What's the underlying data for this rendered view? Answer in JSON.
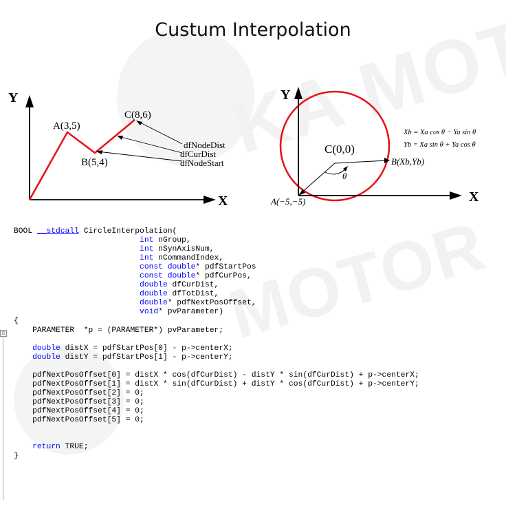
{
  "title": "Custum Interpolation",
  "watermark": {
    "top": "KA MOTOR",
    "bottom": "MOTOR"
  },
  "left_figure": {
    "y_axis": "Y",
    "x_axis": "X",
    "point_a": "A(3,5)",
    "point_b": "B(5,4)",
    "point_c": "C(8,6)",
    "label_node_dist": "dfNodeDist",
    "label_cur_dist": "dfCurDist",
    "label_node_start": "dfNodeStart"
  },
  "right_figure": {
    "y_axis": "Y",
    "x_axis": "X",
    "center": "C(0,0)",
    "point_a": "A(−5,−5)",
    "point_b": "B(Xb,Yb)",
    "theta": "θ",
    "formula_xb": "Xb = Xa cos θ − Ya sin θ",
    "formula_yb": "Yb = Xa sin θ + Ya cos θ"
  },
  "code": {
    "fold_marker": "⊟",
    "lines": [
      [
        {
          "t": "BOOL "
        },
        {
          "t": "__stdcall",
          "u": true,
          "k": true
        },
        {
          "t": " CircleInterpolation("
        }
      ],
      [
        {
          "t": "                           "
        },
        {
          "t": "int",
          "k": true
        },
        {
          "t": " nGroup,"
        }
      ],
      [
        {
          "t": "                           "
        },
        {
          "t": "int",
          "k": true
        },
        {
          "t": " nSynAxisNum,"
        }
      ],
      [
        {
          "t": "                           "
        },
        {
          "t": "int",
          "k": true
        },
        {
          "t": " nCommandIndex,"
        }
      ],
      [
        {
          "t": "                           "
        },
        {
          "t": "const",
          "k": true
        },
        {
          "t": " "
        },
        {
          "t": "double",
          "k": true
        },
        {
          "t": "* pdfStartPos"
        }
      ],
      [
        {
          "t": "                           "
        },
        {
          "t": "const",
          "k": true
        },
        {
          "t": " "
        },
        {
          "t": "double",
          "k": true
        },
        {
          "t": "* pdfCurPos,"
        }
      ],
      [
        {
          "t": "                           "
        },
        {
          "t": "double",
          "k": true
        },
        {
          "t": " dfCurDist,"
        }
      ],
      [
        {
          "t": "                           "
        },
        {
          "t": "double",
          "k": true
        },
        {
          "t": " dfTotDist,"
        }
      ],
      [
        {
          "t": "                           "
        },
        {
          "t": "double",
          "k": true
        },
        {
          "t": "* pdfNextPosOffset,"
        }
      ],
      [
        {
          "t": "                           "
        },
        {
          "t": "void",
          "k": true
        },
        {
          "t": "* pvParameter)"
        }
      ],
      [
        {
          "t": "{"
        }
      ],
      [
        {
          "t": "    PARAMETER  *p = (PARAMETER*) pvParameter;"
        }
      ],
      [
        {
          "t": ""
        }
      ],
      [
        {
          "t": "    "
        },
        {
          "t": "double",
          "k": true
        },
        {
          "t": " distX = pdfStartPos[0] - p->centerX;"
        }
      ],
      [
        {
          "t": "    "
        },
        {
          "t": "double",
          "k": true
        },
        {
          "t": " distY = pdfStartPos[1] - p->centerY;"
        }
      ],
      [
        {
          "t": ""
        }
      ],
      [
        {
          "t": "    pdfNextPosOffset[0] = distX * cos(dfCurDist) - distY * sin(dfCurDist) + p->centerX;"
        }
      ],
      [
        {
          "t": "    pdfNextPosOffset[1] = distX * sin(dfCurDist) + distY * cos(dfCurDist) + p->centerY;"
        }
      ],
      [
        {
          "t": "    pdfNextPosOffset[2] = 0;"
        }
      ],
      [
        {
          "t": "    pdfNextPosOffset[3] = 0;"
        }
      ],
      [
        {
          "t": "    pdfNextPosOffset[4] = 0;"
        }
      ],
      [
        {
          "t": "    pdfNextPosOffset[5] = 0;"
        }
      ],
      [
        {
          "t": ""
        }
      ],
      [
        {
          "t": ""
        }
      ],
      [
        {
          "t": "    "
        },
        {
          "t": "return",
          "k": true
        },
        {
          "t": " TRUE;"
        }
      ],
      [
        {
          "t": "}"
        }
      ]
    ]
  },
  "colors": {
    "curve": "#e8141c",
    "keyword": "#0000ff",
    "text": "#000000"
  }
}
